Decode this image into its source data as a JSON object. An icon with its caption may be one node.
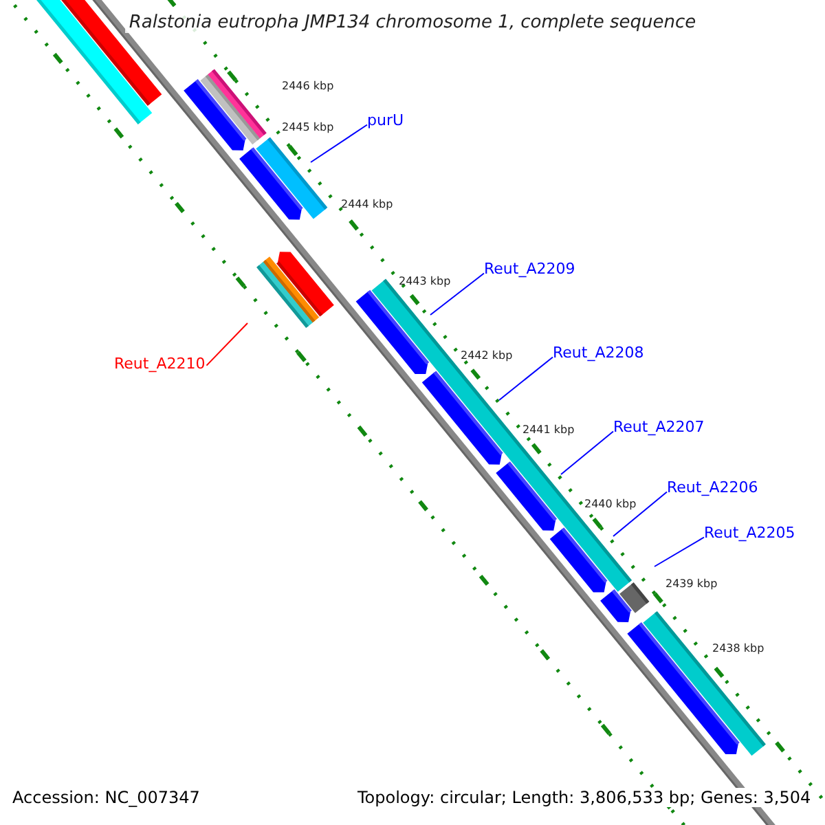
{
  "diagram": {
    "title": "Ralstonia eutropha JMP134 chromosome 1, complete sequence",
    "nodes": [
      {
        "text": [
          "purU"
        ]
      },
      {
        "text": [
          "Reut_A2209"
        ]
      },
      {
        "text": [
          "Reut_A2208"
        ]
      },
      {
        "text": [
          "Reut_A2207"
        ]
      },
      {
        "text": [
          "Reut_A2206"
        ]
      },
      {
        "text": [
          "Reut_A2205"
        ]
      },
      {
        "text": [
          "Reut_A2210"
        ]
      }
    ],
    "edges": [
      {
        "from": 0,
        "to": null,
        "arrow": "none"
      },
      {
        "from": 1,
        "to": null,
        "arrow": "none"
      },
      {
        "from": 2,
        "to": null,
        "arrow": "none"
      },
      {
        "from": 3,
        "to": null,
        "arrow": "none"
      },
      {
        "from": 4,
        "to": null,
        "arrow": "none"
      },
      {
        "from": 5,
        "to": null,
        "arrow": "none"
      },
      {
        "from": 6,
        "to": null,
        "arrow": "none",
        "color": "#ff0000"
      }
    ],
    "labels": [
      "2446 kbp",
      "2445 kbp",
      "2444 kbp",
      "2443 kbp",
      "2442 kbp",
      "2441 kbp",
      "2440 kbp",
      "2439 kbp",
      "2438 kbp",
      "Accession: NC_007347",
      "Topology: circular; Length: 3,806,533 bp; Genes: 3,504"
    ]
  }
}
